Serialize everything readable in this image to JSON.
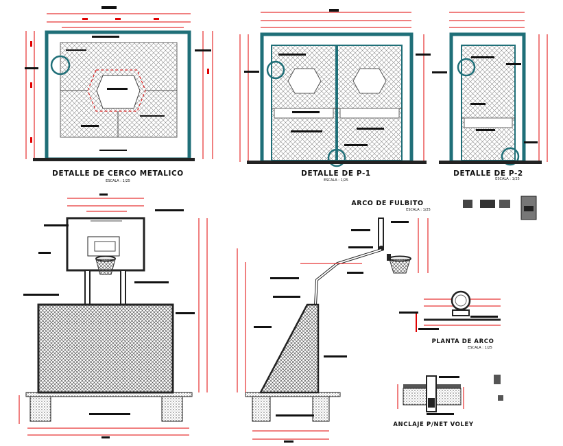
{
  "sheet": {
    "titles": {
      "cerco": "DETALLE DE CERCO METALICO",
      "p1": "DETALLE DE P-1",
      "p2": "DETALLE DE P-2",
      "arco_fulbito": "ARCO DE FULBITO",
      "planta_arco": "PLANTA DE ARCO",
      "anclaje": "ANCLAJE P/NET VOLEY"
    },
    "scales": {
      "cerco": "ESCALA : 1/25",
      "p1": "ESCALA : 1/25",
      "p2": "ESCALA : 1/25",
      "arco_fulbito": "ESCALA : 1/25",
      "planta_arco": "ESCALA : 1/25"
    },
    "colors": {
      "frame": "#1f6f78",
      "dimension": "#e00000",
      "mesh": "#7a7a7a",
      "line": "#111111"
    }
  }
}
